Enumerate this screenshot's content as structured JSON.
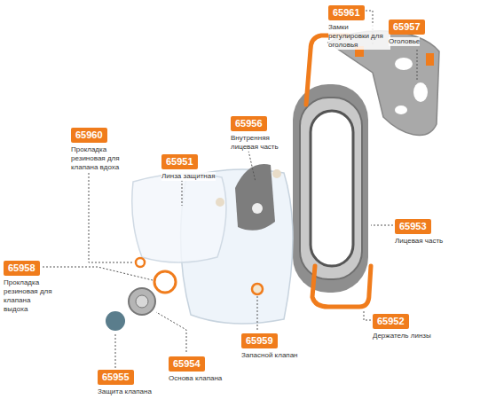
{
  "diagram": {
    "nodes": [
      {
        "text": [
          "65961",
          "Замки регулировки для оголовья"
        ]
      },
      {
        "text": [
          "65957",
          "Оголовье"
        ]
      },
      {
        "text": [
          "65956",
          "Внутренняя лицевая часть"
        ]
      },
      {
        "text": [
          "65960",
          "Прокладка резиновая для клапана вдоха"
        ]
      },
      {
        "text": [
          "65951",
          "Линза защитная"
        ]
      },
      {
        "text": [
          "65953",
          "Лицевая часть"
        ]
      },
      {
        "text": [
          "65958",
          "Прокладка резиновая для клапана выдоха"
        ]
      },
      {
        "text": [
          "65952",
          "Держатель линзы"
        ]
      },
      {
        "text": [
          "65959",
          "Запасной клапан"
        ]
      },
      {
        "text": [
          "65954",
          "Основа клапана"
        ]
      },
      {
        "text": [
          "65955",
          "Защита клапана"
        ]
      }
    ]
  }
}
